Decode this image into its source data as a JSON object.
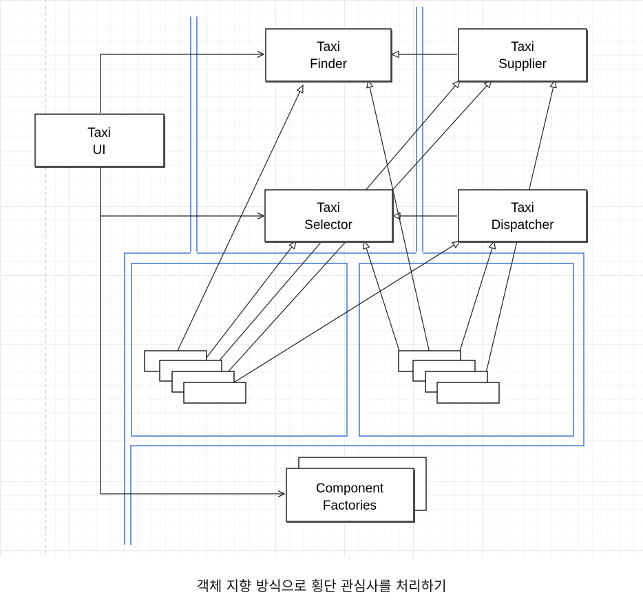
{
  "diagram": {
    "nodes": {
      "taxi_finder": {
        "line1": "Taxi",
        "line2": "Finder"
      },
      "taxi_supplier": {
        "line1": "Taxi",
        "line2": "Supplier"
      },
      "taxi_ui": {
        "line1": "Taxi",
        "line2": "UI"
      },
      "taxi_selector": {
        "line1": "Taxi",
        "line2": "Selector"
      },
      "taxi_dispatcher": {
        "line1": "Taxi",
        "line2": "Dispatcher"
      },
      "component_factories": {
        "line1": "Component",
        "line2": "Factories"
      }
    },
    "colors": {
      "boundary": "#4a7fd6",
      "grid_minor": "#ececec",
      "grid_major": "#d6d6d6",
      "stroke": "#000000",
      "arrow": "#222222"
    },
    "caption": "객체 지향 방식으로 횡단 관심사를 처리하기"
  }
}
